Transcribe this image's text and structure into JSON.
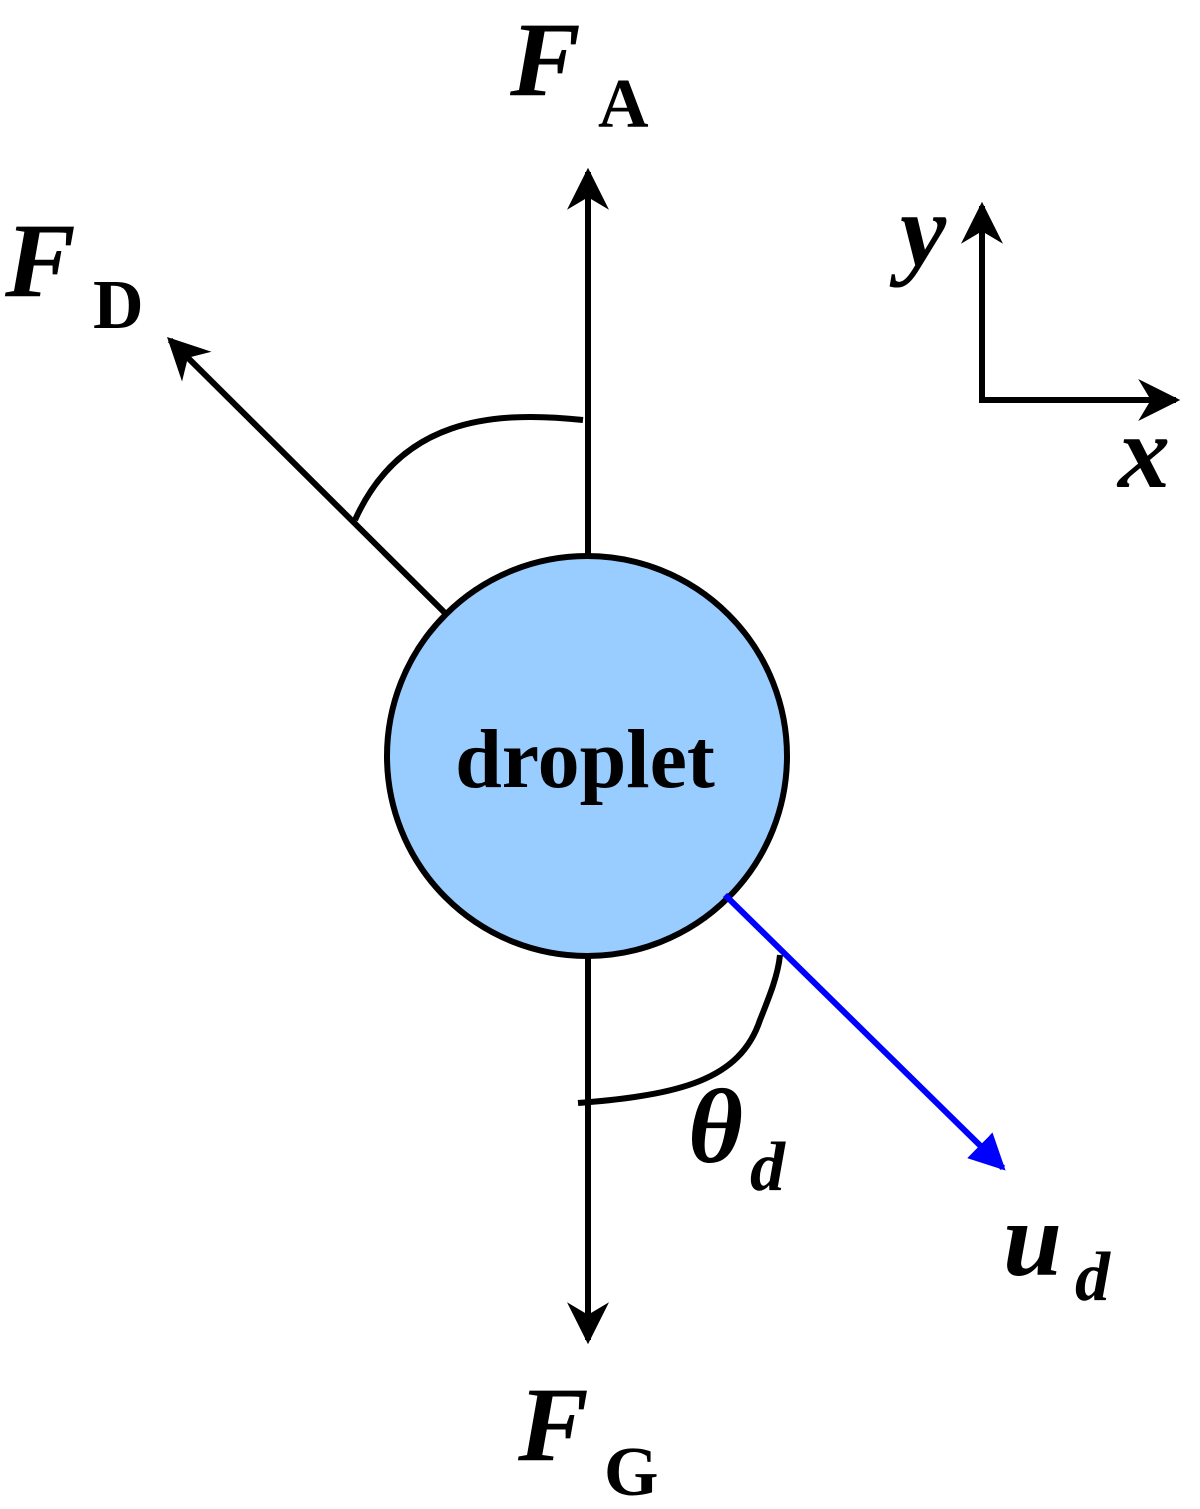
{
  "labels": {
    "fa_main": "F",
    "fa_sub": "A",
    "fd_main": "F",
    "fd_sub": "D",
    "fg_main": "F",
    "fg_sub": "G",
    "ud_main": "u",
    "ud_sub": "d",
    "theta_main": "θ",
    "theta_sub": "d",
    "axis_x": "x",
    "axis_y": "y",
    "droplet": "droplet"
  },
  "colors": {
    "droplet_fill": "#99ccff",
    "velocity_arrow": "#0000ff",
    "stroke": "#000000"
  }
}
